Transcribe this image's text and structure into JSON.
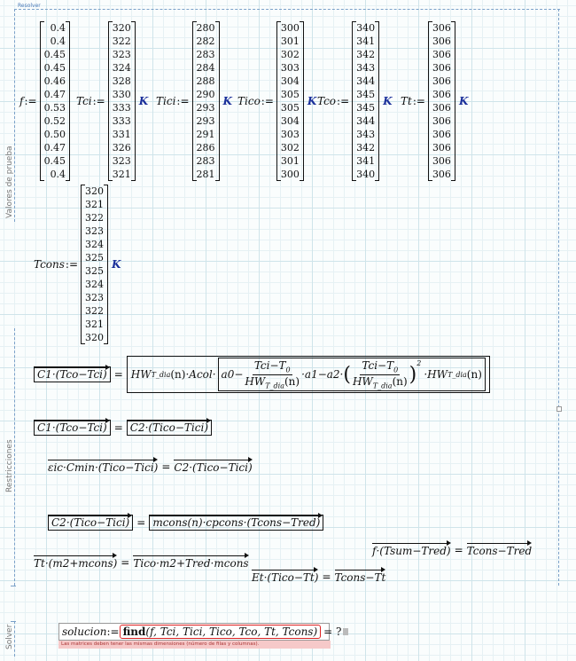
{
  "header": {
    "resolver_label": "Resolver"
  },
  "areas": {
    "valores": "Valores de prueba",
    "restricciones": "Restricciones",
    "solver": "Solver"
  },
  "unit": "K",
  "matrices": [
    {
      "name": "f",
      "values": [
        "0.4",
        "0.4",
        "0.45",
        "0.45",
        "0.46",
        "0.47",
        "0.53",
        "0.52",
        "0.50",
        "0.47",
        "0.45",
        "0.4"
      ],
      "unit": false
    },
    {
      "name": "Tci",
      "values": [
        "320",
        "322",
        "323",
        "324",
        "328",
        "330",
        "333",
        "333",
        "331",
        "326",
        "323",
        "321"
      ],
      "unit": true
    },
    {
      "name": "Tici",
      "values": [
        "280",
        "282",
        "283",
        "284",
        "288",
        "290",
        "293",
        "293",
        "291",
        "286",
        "283",
        "281"
      ],
      "unit": true
    },
    {
      "name": "Tico",
      "values": [
        "300",
        "301",
        "302",
        "303",
        "304",
        "305",
        "305",
        "304",
        "303",
        "302",
        "301",
        "300"
      ],
      "unit": true
    },
    {
      "name": "Tco",
      "values": [
        "340",
        "341",
        "342",
        "343",
        "344",
        "345",
        "345",
        "344",
        "343",
        "342",
        "341",
        "340"
      ],
      "unit": true
    },
    {
      "name": "Tt",
      "values": [
        "306",
        "306",
        "306",
        "306",
        "306",
        "306",
        "306",
        "306",
        "306",
        "306",
        "306",
        "306"
      ],
      "unit": true
    },
    {
      "name": "Tcons",
      "values": [
        "320",
        "321",
        "322",
        "323",
        "324",
        "325",
        "325",
        "324",
        "323",
        "322",
        "321",
        "320"
      ],
      "unit": true
    }
  ],
  "equations": {
    "eq1_left": "C1·(Tco−Tci)",
    "eq1_hw": "HW",
    "eq1_hw_sub": "T_dia",
    "eq1_n": "(n)",
    "eq1_acol": "·Acol·",
    "eq1_a0": "a0−",
    "eq1_frac1_num": "Tci−T",
    "eq1_T0_sub": "0",
    "eq1_a1": "·a1−a2·",
    "eq1_exp": "2",
    "eq2_left": "C1·(Tco−Tci)",
    "eq2_right": "C2·(Tico−Tici)",
    "eq3_left": "εic·Cmin·(Tico−Tici)",
    "eq3_right": "C2·(Tico−Tici)",
    "eq4_left": "C2·(Tico−Tici)",
    "eq4_right": "mcons(n)·cpcons·(Tcons−Tred)",
    "eq5_left": "f·(Tsum−Tred)",
    "eq5_right": "Tcons−Tred",
    "eq6_left": "Tt·(m2+mcons)",
    "eq6_right": "Tico·m2+Tred·mcons",
    "eq7_left": "Et·(Tico−Tt)",
    "eq7_right": "Tcons−Tt",
    "equals": "="
  },
  "solver": {
    "lhs": "solucion",
    "assign": ":=",
    "func": "find",
    "args": "(f, Tci, Tici, Tico, Tco, Tt, Tcons)",
    "result": "= ?",
    "error": "Las matrices deben tener las mismas dimensiones (número de filas y columnas)."
  }
}
